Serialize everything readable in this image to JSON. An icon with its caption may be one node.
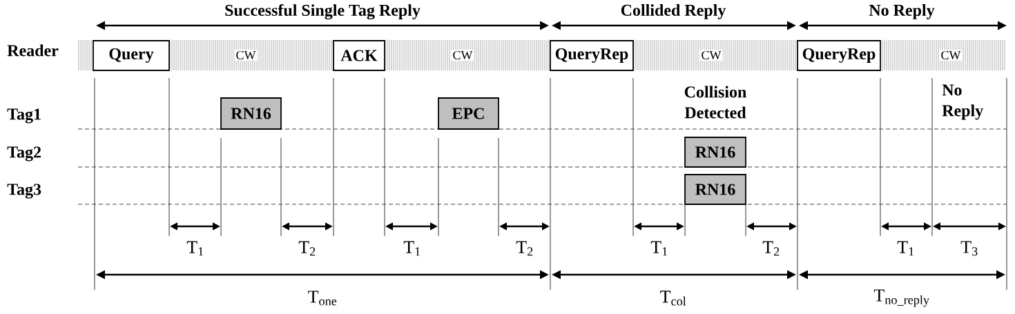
{
  "diagram": {
    "nodes": [
      {
        "text": [
          "Query"
        ]
      },
      {
        "text": [
          "ACK"
        ]
      },
      {
        "text": [
          "QueryRep"
        ]
      },
      {
        "text": [
          "QueryRep"
        ]
      },
      {
        "text": [
          "RN16"
        ]
      },
      {
        "text": [
          "EPC"
        ]
      },
      {
        "text": [
          "RN16"
        ]
      },
      {
        "text": [
          "RN16"
        ]
      }
    ],
    "labels": [
      "Successful Single Tag Reply",
      "Collided Reply",
      "No Reply",
      "Reader",
      "CW",
      "CW",
      "CW",
      "CW",
      "Tag1",
      "Collision Detected",
      "No Reply",
      "Tag2",
      "Tag3",
      "T$_{1}$",
      "T$_{2}$",
      "T$_{1}$",
      "T$_{2}$",
      "T$_{1}$",
      "T$_{2}$",
      "T$_{1}$",
      "T$_{3}$",
      "T$_{one}$",
      "T$_{col}$",
      "T$_{no_reply}$"
    ]
  }
}
